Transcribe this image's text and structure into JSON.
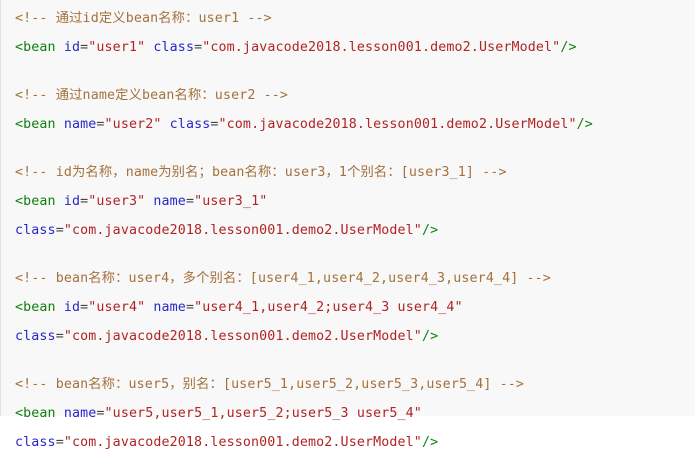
{
  "code_block": {
    "language": "xml",
    "background_color": "#f8f8f8",
    "left_border_color": "#e3e3e3",
    "syntax_colors": {
      "comment": "#a3713c",
      "tag": "#108010",
      "attribute_name": "#2727c9",
      "attribute_value": "#b02424",
      "equals": "#444444",
      "self_closing": "#108010"
    },
    "groups": [
      {
        "comment": "<!-- 通过id定义bean名称：user1 -->",
        "lines": [
          {
            "tag_open": "<bean",
            "attrs": [
              {
                "name": "id",
                "value": "\"user1\""
              },
              {
                "name": "class",
                "value": "\"com.javacode2018.lesson001.demo2.UserModel\""
              }
            ],
            "tag_close": "/>"
          }
        ]
      },
      {
        "comment": "<!-- 通过name定义bean名称：user2 -->",
        "lines": [
          {
            "tag_open": "<bean",
            "attrs": [
              {
                "name": "name",
                "value": "\"user2\""
              },
              {
                "name": "class",
                "value": "\"com.javacode2018.lesson001.demo2.UserModel\""
              }
            ],
            "tag_close": "/>"
          }
        ]
      },
      {
        "comment": "<!-- id为名称，name为别名；bean名称：user3，1个别名：[user3_1] -->",
        "lines": [
          {
            "tag_open": "<bean",
            "attrs": [
              {
                "name": "id",
                "value": "\"user3\""
              },
              {
                "name": "name",
                "value": "\"user3_1\""
              }
            ],
            "tag_close": ""
          },
          {
            "tag_open": "",
            "attrs": [
              {
                "name": "class",
                "value": "\"com.javacode2018.lesson001.demo2.UserModel\""
              }
            ],
            "tag_close": "/>"
          }
        ]
      },
      {
        "comment": "<!-- bean名称：user4，多个别名：[user4_1,user4_2,user4_3,user4_4] -->",
        "lines": [
          {
            "tag_open": "<bean",
            "attrs": [
              {
                "name": "id",
                "value": "\"user4\""
              },
              {
                "name": "name",
                "value": "\"user4_1,user4_2;user4_3 user4_4\""
              }
            ],
            "tag_close": ""
          },
          {
            "tag_open": "",
            "attrs": [
              {
                "name": "class",
                "value": "\"com.javacode2018.lesson001.demo2.UserModel\""
              }
            ],
            "tag_close": "/>"
          }
        ]
      },
      {
        "comment": "<!-- bean名称：user5，别名：[user5_1,user5_2,user5_3,user5_4] -->",
        "lines": [
          {
            "tag_open": "<bean",
            "attrs": [
              {
                "name": "name",
                "value": "\"user5,user5_1,user5_2;user5_3 user5_4\""
              }
            ],
            "tag_close": ""
          },
          {
            "tag_open": "",
            "attrs": [
              {
                "name": "class",
                "value": "\"com.javacode2018.lesson001.demo2.UserModel\""
              }
            ],
            "tag_close": "/>"
          }
        ]
      }
    ]
  }
}
